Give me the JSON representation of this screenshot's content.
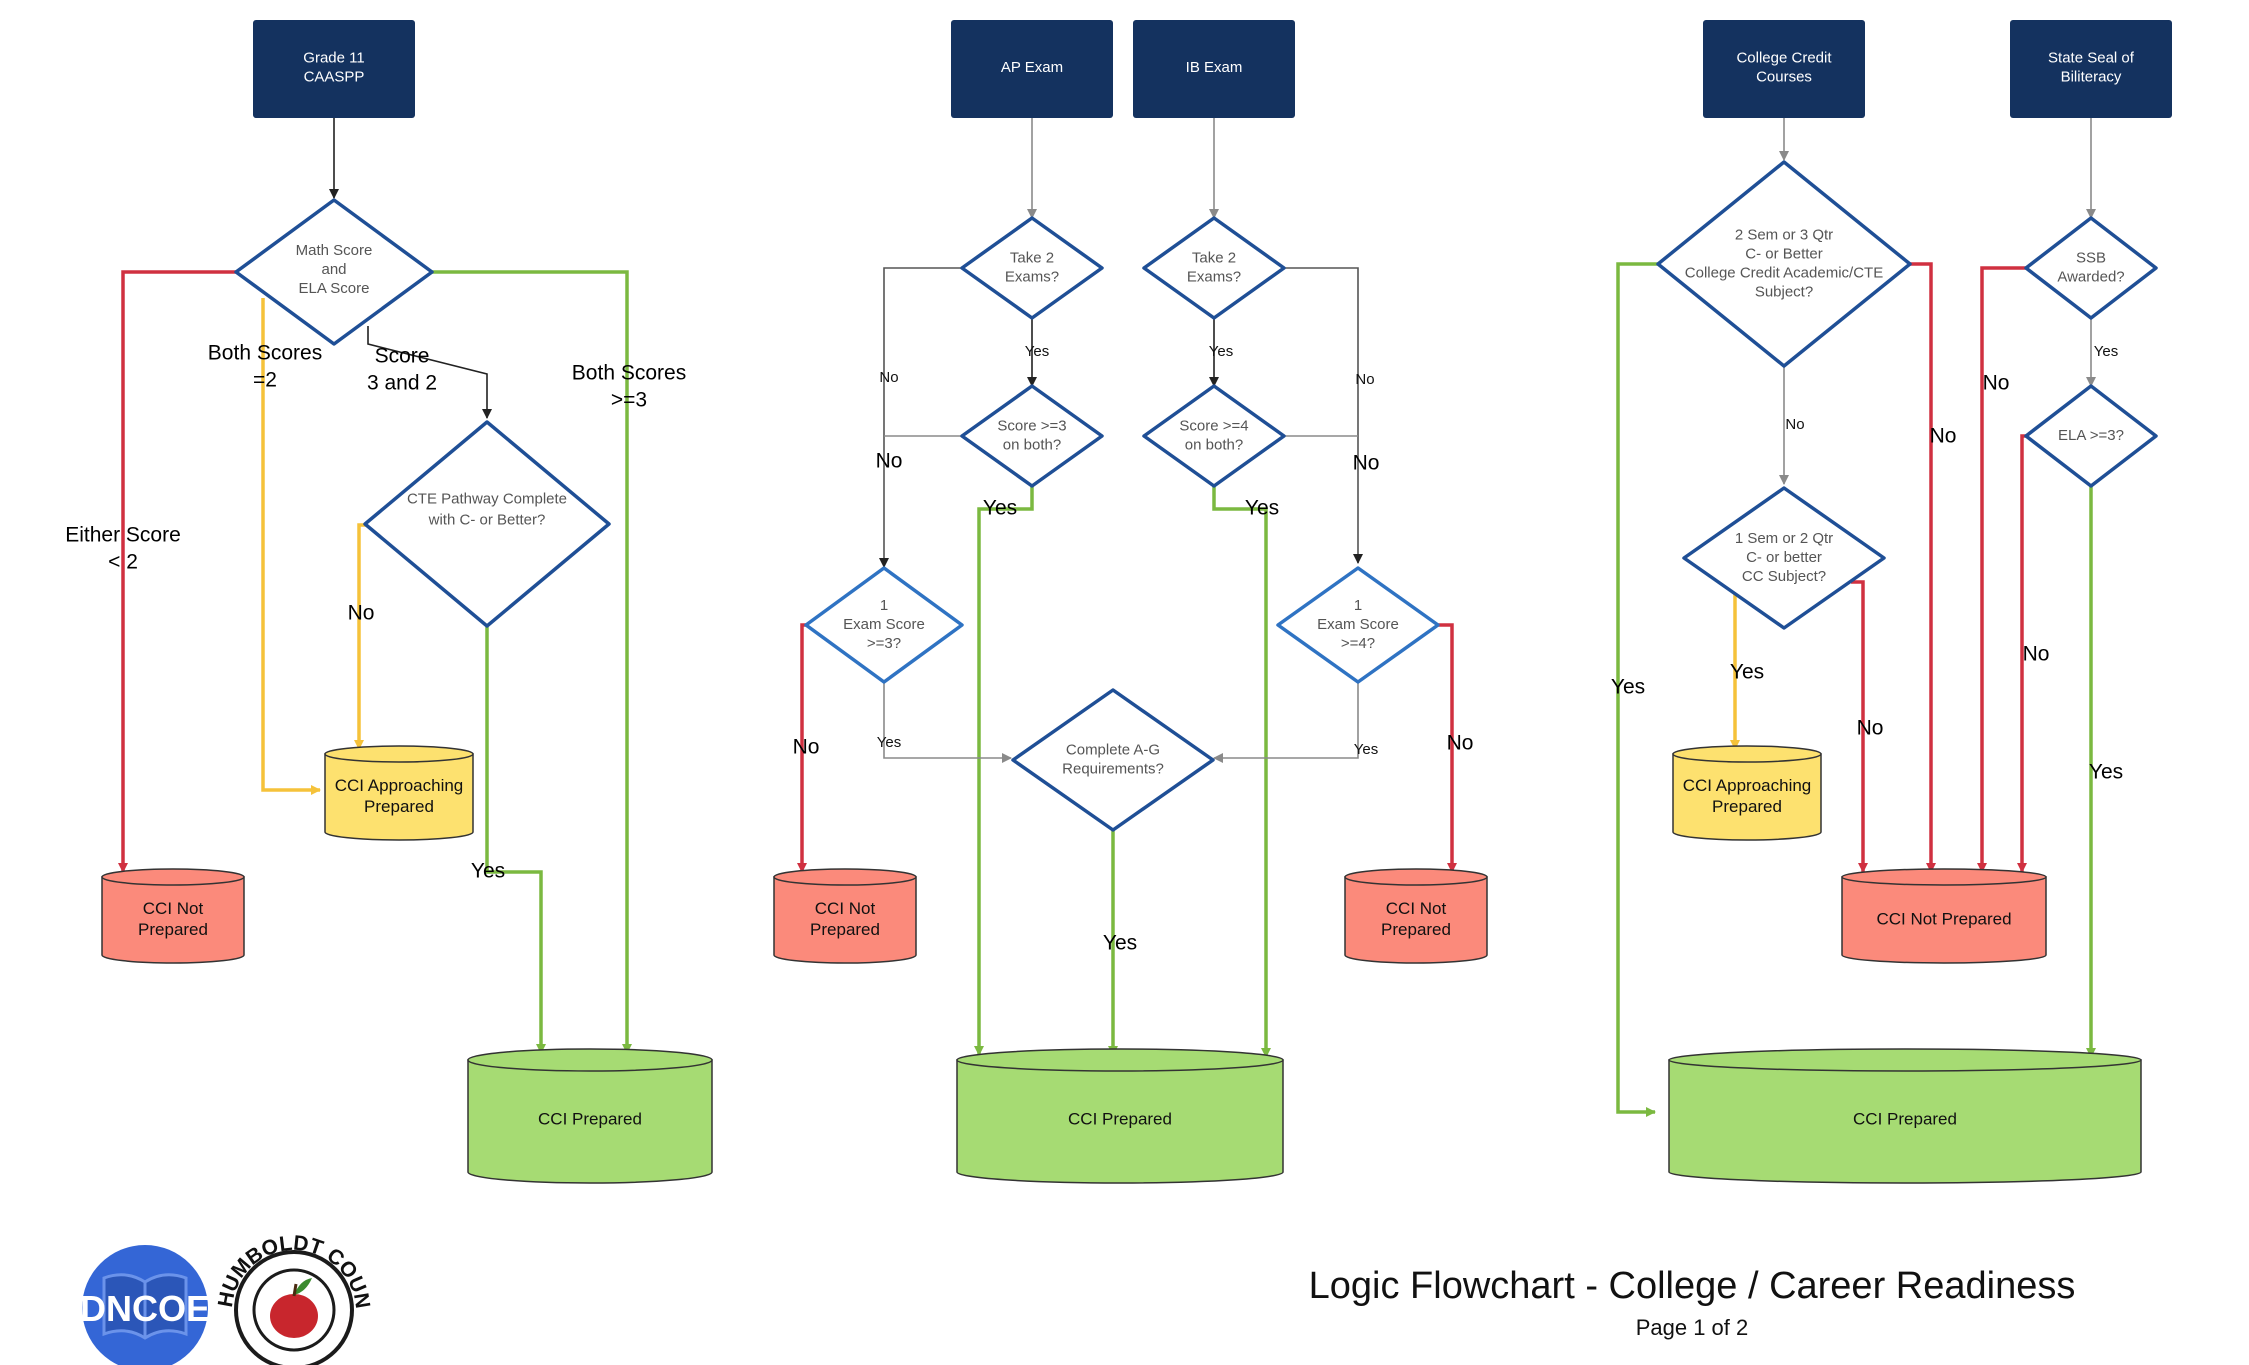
{
  "colors": {
    "box": "#14325f",
    "diamond_stroke": "#1f4f96",
    "diamond_stroke_light": "#2f73c3",
    "red": "#d03040",
    "yellow": "#f5c23a",
    "green": "#7bb940",
    "gray": "#8a8a8a",
    "dark": "#222222",
    "cyl_red": "#fb8a7b",
    "cyl_yellow": "#fde16f",
    "cyl_green": "#a6db73",
    "logo_blue": "#3466d6"
  },
  "sources": {
    "caaspp": [
      "Grade 11",
      "CAASPP"
    ],
    "ap": [
      "AP Exam"
    ],
    "ib": [
      "IB Exam"
    ],
    "college": [
      "College Credit",
      "Courses"
    ],
    "seal": [
      "State Seal of",
      "Biliteracy"
    ]
  },
  "decisions": {
    "math_ela": [
      "Math Score",
      "and",
      "ELA Score"
    ],
    "cte": [
      "CTE Pathway Complete",
      "with C- or Better?"
    ],
    "ap_take2": [
      "Take 2",
      "Exams?"
    ],
    "ap_score": [
      "Score >=3",
      "on both?"
    ],
    "ap_1exam": [
      "1",
      "Exam Score",
      ">=3?"
    ],
    "ib_take2": [
      "Take 2",
      "Exams?"
    ],
    "ib_score": [
      "Score >=4",
      "on both?"
    ],
    "ib_1exam": [
      "1",
      "Exam Score",
      ">=4?"
    ],
    "ag": [
      "Complete A-G",
      "Requirements?"
    ],
    "cc_2sem": [
      "2 Sem or 3 Qtr",
      "C- or Better",
      "College Credit Academic/CTE",
      "Subject?"
    ],
    "cc_1sem": [
      "1 Sem or 2 Qtr",
      "C- or better",
      "CC Subject?"
    ],
    "ssb": [
      "SSB",
      "Awarded?"
    ],
    "ela": [
      "ELA >=3?"
    ]
  },
  "outcomes": {
    "not_prepared_1": [
      "CCI Not",
      "Prepared"
    ],
    "approaching_1": [
      "CCI Approaching",
      "Prepared"
    ],
    "prepared_1": [
      "CCI Prepared"
    ],
    "not_prepared_ap": [
      "CCI Not",
      "Prepared"
    ],
    "not_prepared_ib": [
      "CCI Not",
      "Prepared"
    ],
    "prepared_2": [
      "CCI Prepared"
    ],
    "approaching_3": [
      "CCI Approaching",
      "Prepared"
    ],
    "not_prepared_3": [
      "CCI Not Prepared"
    ],
    "prepared_3": [
      "CCI Prepared"
    ]
  },
  "edge_labels": {
    "either_lt2": [
      "Either Score",
      "< 2"
    ],
    "both_eq2": [
      "Both Scores",
      "=2"
    ],
    "score_3_2": [
      "Score",
      "3 and 2"
    ],
    "both_ge3": [
      "Both Scores",
      ">=3"
    ],
    "cte_no": "No",
    "cte_yes": "Yes",
    "ap_take2_yes": "Yes",
    "ap_take2_no": "No",
    "ap_score_no": "No",
    "ap_score_yes": "Yes",
    "ap_1exam_no": "No",
    "ap_1exam_yes": "Yes",
    "ib_take2_yes": "Yes",
    "ib_take2_no": "No",
    "ib_score_no": "No",
    "ib_score_yes": "Yes",
    "ib_1exam_no": "No",
    "ib_1exam_yes": "Yes",
    "ag_yes": "Yes",
    "cc_no_down": "No",
    "cc_yes": "Yes",
    "cc_no_right": "No",
    "cc1_yes": "Yes",
    "cc1_no": "No",
    "ssb_yes": "Yes",
    "ssb_no": "No",
    "ela_no": "No",
    "ela_yes": "Yes"
  },
  "footer": {
    "title": "Logic Flowchart -  College / Career Readiness",
    "page": "Page 1 of 2"
  },
  "logos": {
    "left_text": "DNCOE",
    "seal_text": "HUMBOLDT COUNTY • OFFICE OF EDUCATION"
  }
}
